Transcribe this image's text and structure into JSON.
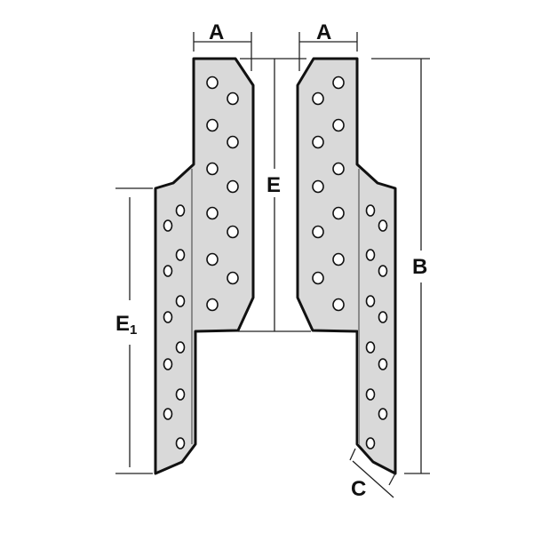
{
  "diagram": {
    "colors": {
      "plate_fill": "#d9d9d9",
      "outline": "#111111",
      "fold_line": "#8a8a8a",
      "hole": "#ffffff"
    },
    "dimensions": {
      "a_left": "A",
      "a_right": "A",
      "e": "E",
      "e1_main": "E",
      "e1_sub": "1",
      "b": "B",
      "c": "C"
    }
  }
}
